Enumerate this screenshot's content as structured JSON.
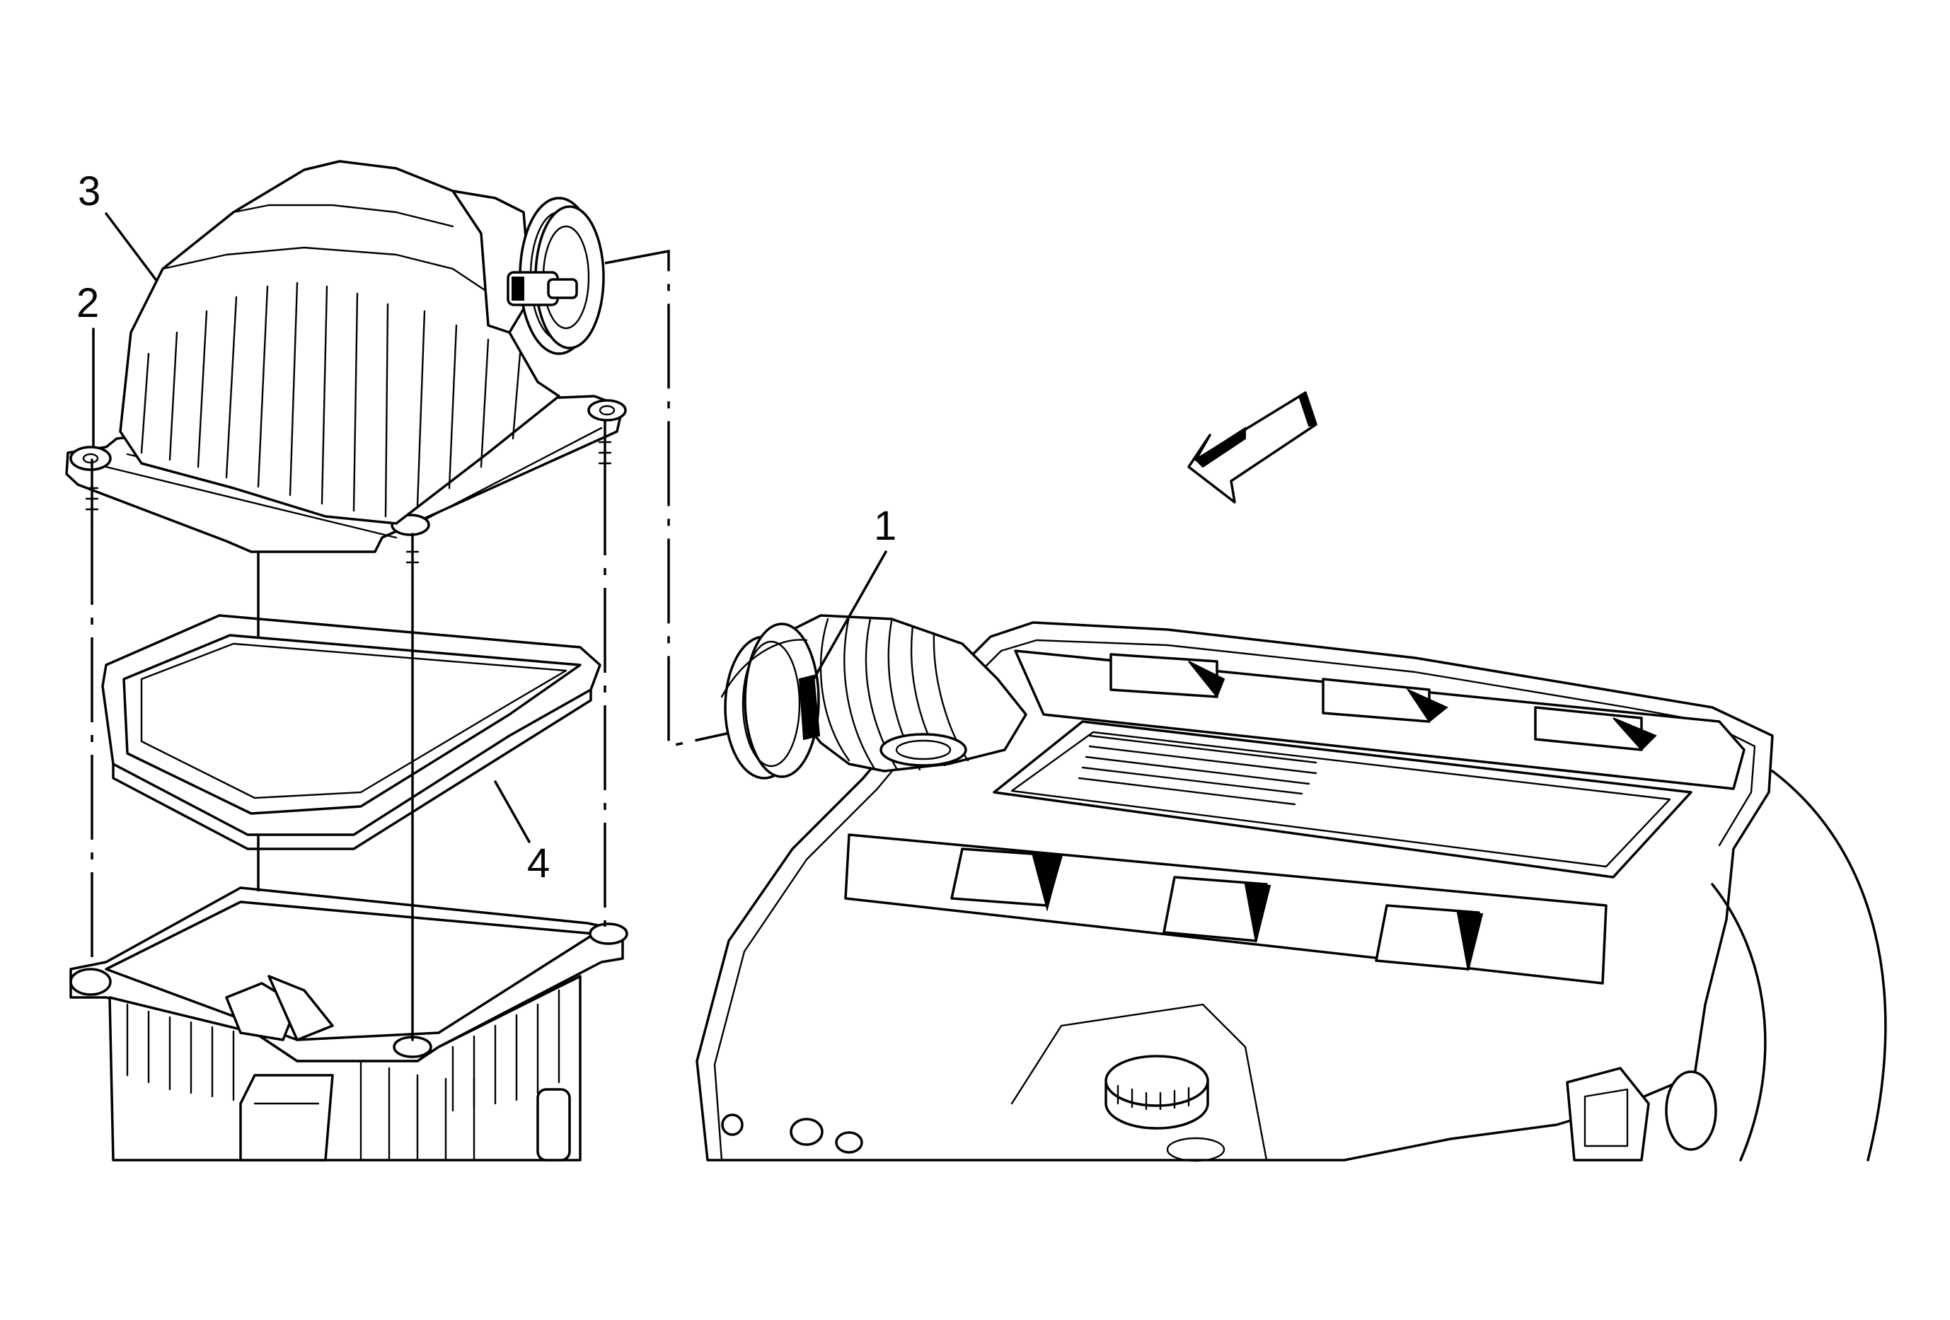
{
  "diagram": {
    "callouts": [
      {
        "id": "1",
        "label": "1"
      },
      {
        "id": "2",
        "label": "2"
      },
      {
        "id": "3",
        "label": "3"
      },
      {
        "id": "4",
        "label": "4"
      }
    ],
    "parts": {
      "outlet_duct": "1",
      "fastener": "2",
      "upper_housing": "3",
      "filter_element": "4"
    },
    "direction_arrow": "front-arrow-icon"
  }
}
